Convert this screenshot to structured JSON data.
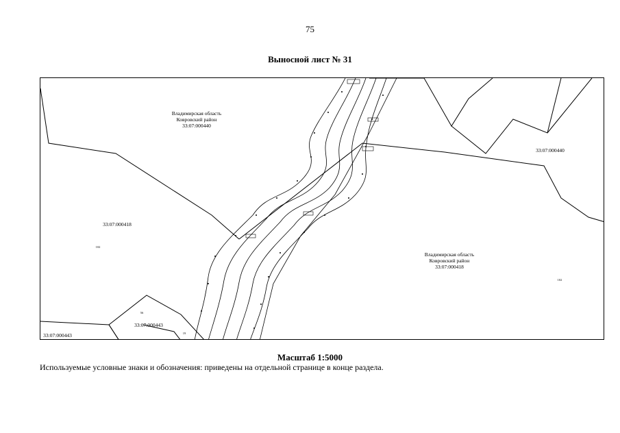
{
  "page": {
    "number": "75",
    "title": "Выносной лист № 31",
    "scale": "Масштаб 1:5000",
    "legend_note": "Используемые условные знаки и обозначения: приведены на отдельной странице в конце раздела."
  },
  "map": {
    "regions": [
      {
        "lines": [
          "Владимирская область",
          "Ковровский район",
          "33:07:000440"
        ]
      },
      {
        "lines": [
          "Владимирская область",
          "Ковровский район",
          "33:07:000418"
        ]
      }
    ],
    "parcel_labels": {
      "p440_right": "33:07:000440",
      "p418_left": "33:07:000418",
      "p443_center": "33:07:000443",
      "p443_bottom_left": "33:07:000443"
    },
    "small_labels": {
      "n102_left": "102",
      "n102_right": "102",
      "n56": "56",
      "n19": "19"
    }
  }
}
